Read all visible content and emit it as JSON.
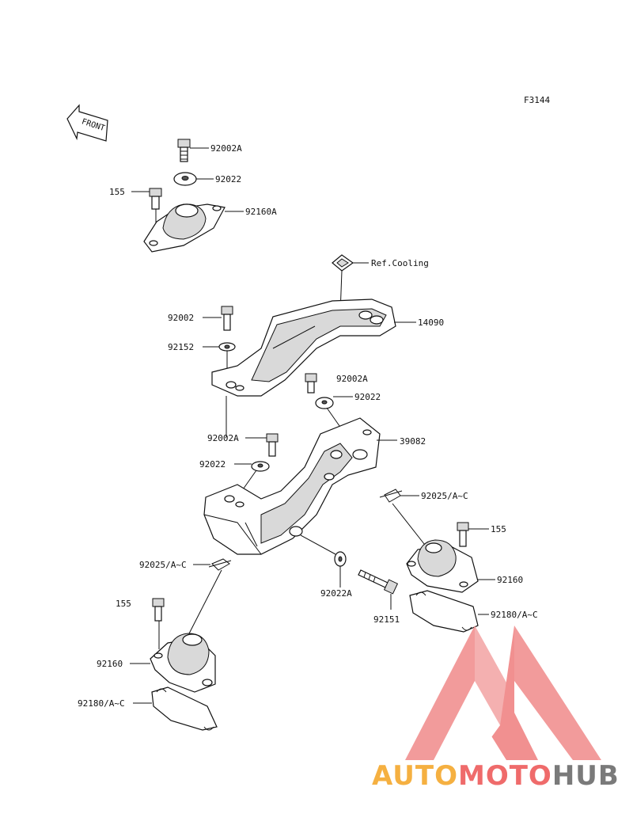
{
  "figure_code": "F3144",
  "front_label": "FRONT",
  "labels": {
    "p1": "92002A",
    "p2": "92022",
    "p3": "155",
    "p4": "92160A",
    "p5": "Ref.Cooling",
    "p6": "92002",
    "p7": "14090",
    "p8": "92152",
    "p9": "92002A",
    "p10": "92022",
    "p11": "39082",
    "p12": "92002A",
    "p13": "92022",
    "p14": "92025/A~C",
    "p15": "155",
    "p16": "92025/A~C",
    "p17": "92160",
    "p18": "92022A",
    "p19": "92151",
    "p20": "155",
    "p21": "92180/A~C",
    "p22": "92160",
    "p23": "92180/A~C"
  },
  "watermark": {
    "part1": "AUTO",
    "part2": "MOTO",
    "part3": "HUB",
    "colors": {
      "part1": "#f5b041",
      "part2": "#ef6b6b",
      "part3": "#7a7a7a",
      "logo": "#f08a8a"
    }
  }
}
